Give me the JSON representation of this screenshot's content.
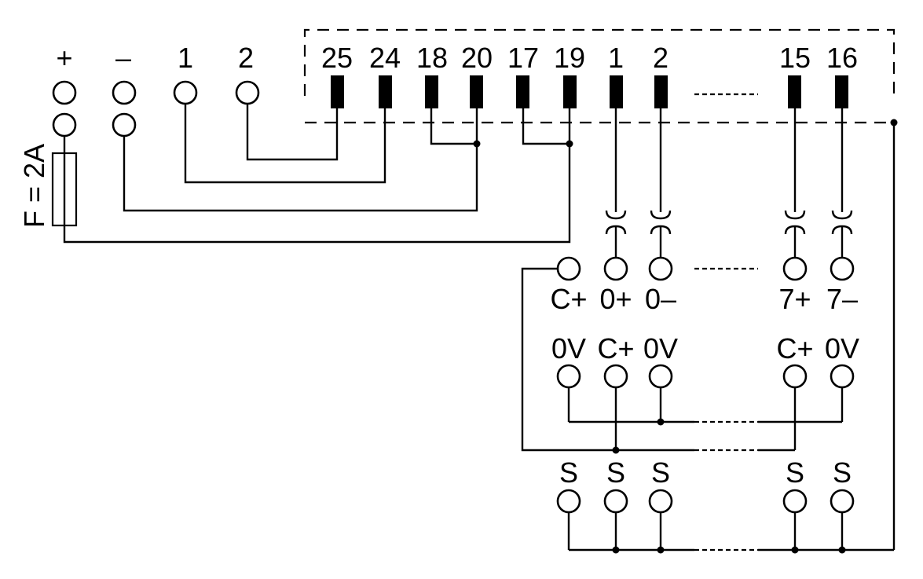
{
  "fuse_label": "F = 2A",
  "supply_labels": [
    "+",
    "–",
    "1",
    "2"
  ],
  "connector_pins": [
    "25",
    "24",
    "18",
    "20",
    "17",
    "19",
    "1",
    "2",
    "15",
    "16"
  ],
  "channel_labels": [
    "C+",
    "0+",
    "0–",
    "7+",
    "7–"
  ],
  "power_labels": [
    "0V",
    "C+",
    "0V",
    "C+",
    "0V"
  ],
  "shield_labels": [
    "S",
    "S",
    "S",
    "S",
    "S"
  ]
}
